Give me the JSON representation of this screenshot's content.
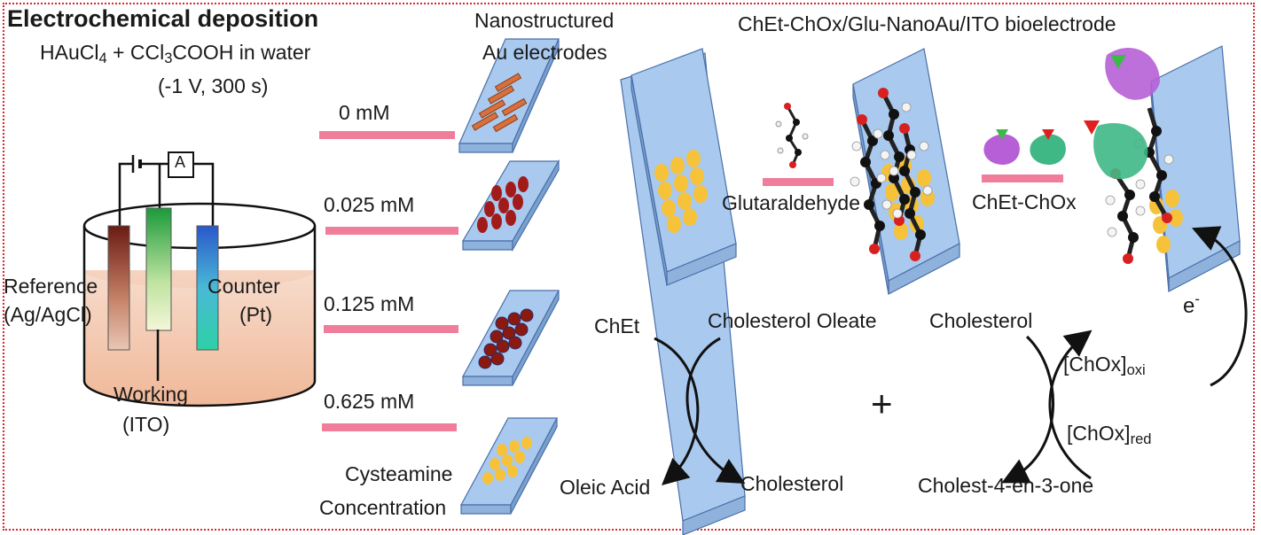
{
  "header": {
    "title": "Electrochemical deposition",
    "reagent_a": "HAuCl",
    "reagent_a_sub": "4",
    "reagent_b_pre": " + CCl",
    "reagent_b_sub": "3",
    "reagent_b_post": "COOH in water",
    "conditions": "(-1 V, 300 s)"
  },
  "cell": {
    "ammeter": "A",
    "reference_label": "Reference",
    "reference_sub": "(Ag/AgCl)",
    "counter_label": "Counter",
    "counter_sub": "(Pt)",
    "working_label": "Working",
    "working_sub": "(ITO)"
  },
  "electrodes": {
    "heading_1": "Nanostructured",
    "heading_2": "Au electrodes",
    "concentrations": [
      "0 mM",
      "0.025 mM",
      "0.125 mM",
      "0.625 mM"
    ],
    "axis_label_1": "Cysteamine",
    "axis_label_2": "Concentration"
  },
  "bioelectrode": {
    "title": "ChEt-ChOx/Glu-NanoAu/ITO bioelectrode",
    "step1": "Glutaraldehyde",
    "step2": "ChEt-ChOx"
  },
  "reactions": {
    "chet": "ChEt",
    "cholesterol_oleate": "Cholesterol Oleate",
    "oleic_acid": "Oleic Acid",
    "cholesterol_product": "Cholesterol",
    "plus": "+",
    "cholesterol": "Cholesterol",
    "cholestenone": "Cholest-4-en-3-one",
    "chox": "[ChOx]",
    "oxi": "oxi",
    "red": "red",
    "electron": "e",
    "electron_sup": "-"
  },
  "colors": {
    "border": "#d9262c",
    "slide": "#a9c9ee",
    "bar": "#f07d9a",
    "gold": "#f6c23a"
  }
}
